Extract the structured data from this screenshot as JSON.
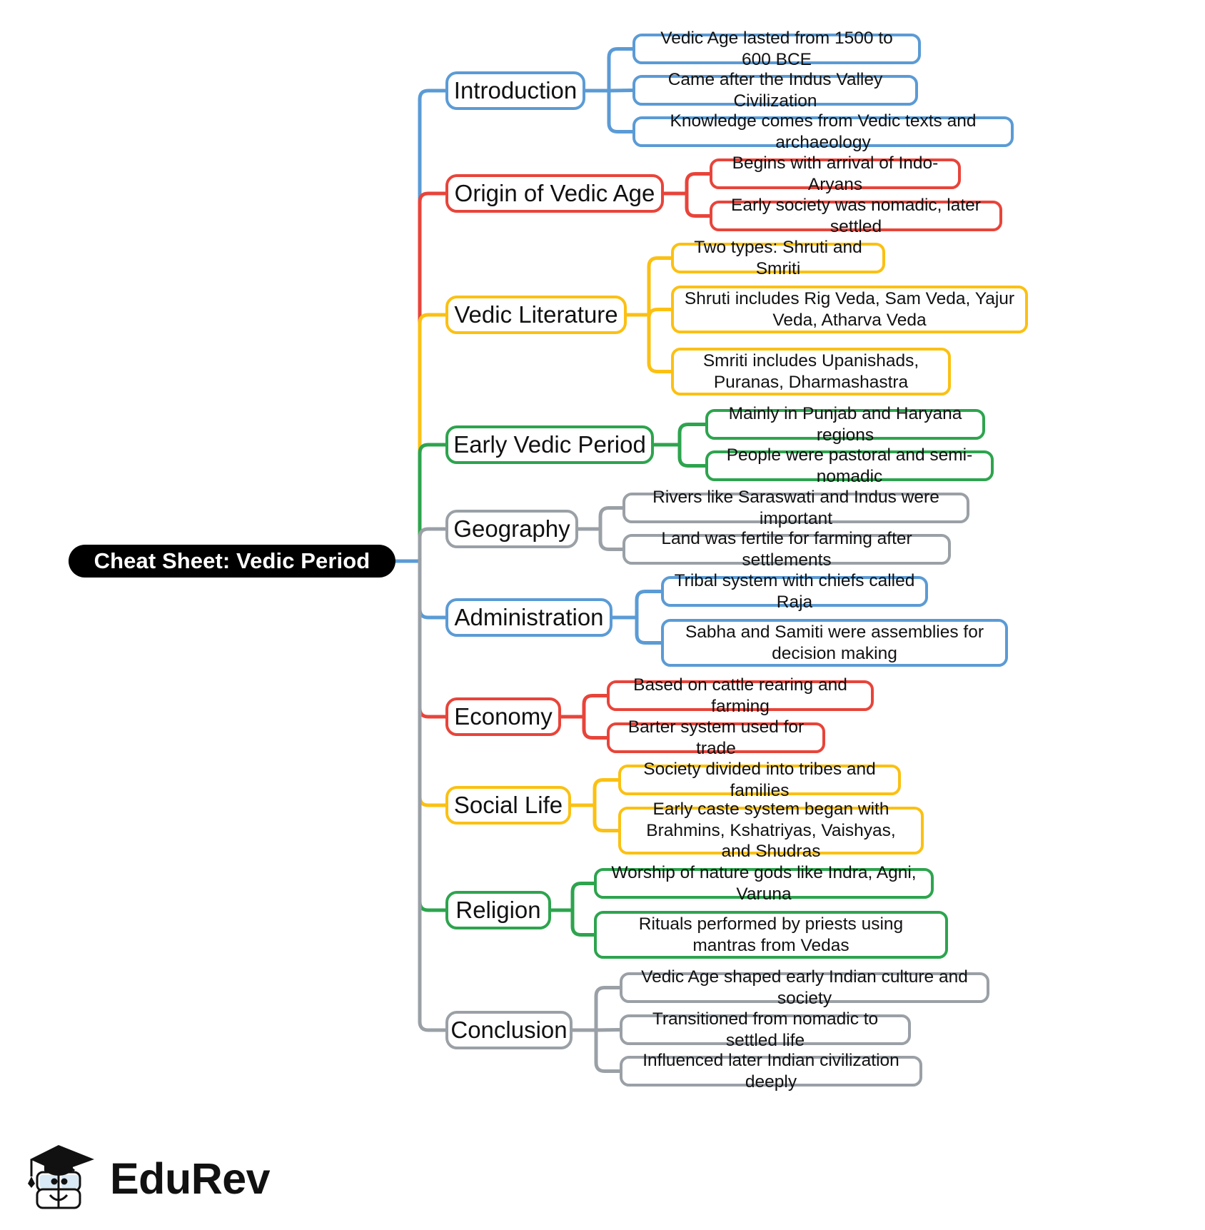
{
  "root": {
    "label": "Cheat Sheet: Vedic Period"
  },
  "colors": {
    "blue": "#5B9BD5",
    "red": "#E8443A",
    "yellow": "#FBC012",
    "green": "#2DA44E",
    "gray": "#9AA0A6",
    "root_bg": "#000000",
    "root_text": "#FFFFFF",
    "page_bg": "#FFFFFF"
  },
  "branches": [
    {
      "label": "Introduction",
      "color": "blue",
      "children": [
        {
          "label": "Vedic Age lasted from 1500 to 600 BCE"
        },
        {
          "label": "Came after the Indus Valley Civilization"
        },
        {
          "label": "Knowledge comes from Vedic texts and archaeology"
        }
      ]
    },
    {
      "label": "Origin of Vedic Age",
      "color": "red",
      "children": [
        {
          "label": "Begins with arrival of Indo-Aryans"
        },
        {
          "label": "Early society was nomadic, later settled"
        }
      ]
    },
    {
      "label": "Vedic Literature",
      "color": "yellow",
      "children": [
        {
          "label": "Two types: Shruti and Smriti"
        },
        {
          "label": "Shruti includes Rig Veda, Sam Veda, Yajur Veda, Atharva Veda"
        },
        {
          "label": "Smriti includes Upanishads, Puranas, Dharmashastra"
        }
      ]
    },
    {
      "label": "Early Vedic Period",
      "color": "green",
      "children": [
        {
          "label": "Mainly in Punjab and Haryana regions"
        },
        {
          "label": "People were pastoral and semi-nomadic"
        }
      ]
    },
    {
      "label": "Geography",
      "color": "gray",
      "children": [
        {
          "label": "Rivers like Saraswati and Indus were important"
        },
        {
          "label": "Land was fertile for farming after settlements"
        }
      ]
    },
    {
      "label": "Administration",
      "color": "blue",
      "children": [
        {
          "label": "Tribal system with chiefs called Raja"
        },
        {
          "label": "Sabha and Samiti were assemblies for decision making"
        }
      ]
    },
    {
      "label": "Economy",
      "color": "red",
      "children": [
        {
          "label": "Based on cattle rearing and farming"
        },
        {
          "label": "Barter system used for trade"
        }
      ]
    },
    {
      "label": "Social Life",
      "color": "yellow",
      "children": [
        {
          "label": "Society divided into tribes and families"
        },
        {
          "label": "Early caste system began with Brahmins, Kshatriyas, Vaishyas, and Shudras"
        }
      ]
    },
    {
      "label": "Religion",
      "color": "green",
      "children": [
        {
          "label": "Worship of nature gods like Indra, Agni, Varuna"
        },
        {
          "label": "Rituals performed by priests using mantras from Vedas"
        }
      ]
    },
    {
      "label": "Conclusion",
      "color": "gray",
      "children": [
        {
          "label": "Vedic Age shaped early Indian culture and society"
        },
        {
          "label": "Transitioned from nomadic to settled life"
        },
        {
          "label": "Influenced later Indian civilization deeply"
        }
      ]
    }
  ],
  "logo": {
    "text": "EduRev",
    "icon": "graduation-cap-book-icon"
  }
}
